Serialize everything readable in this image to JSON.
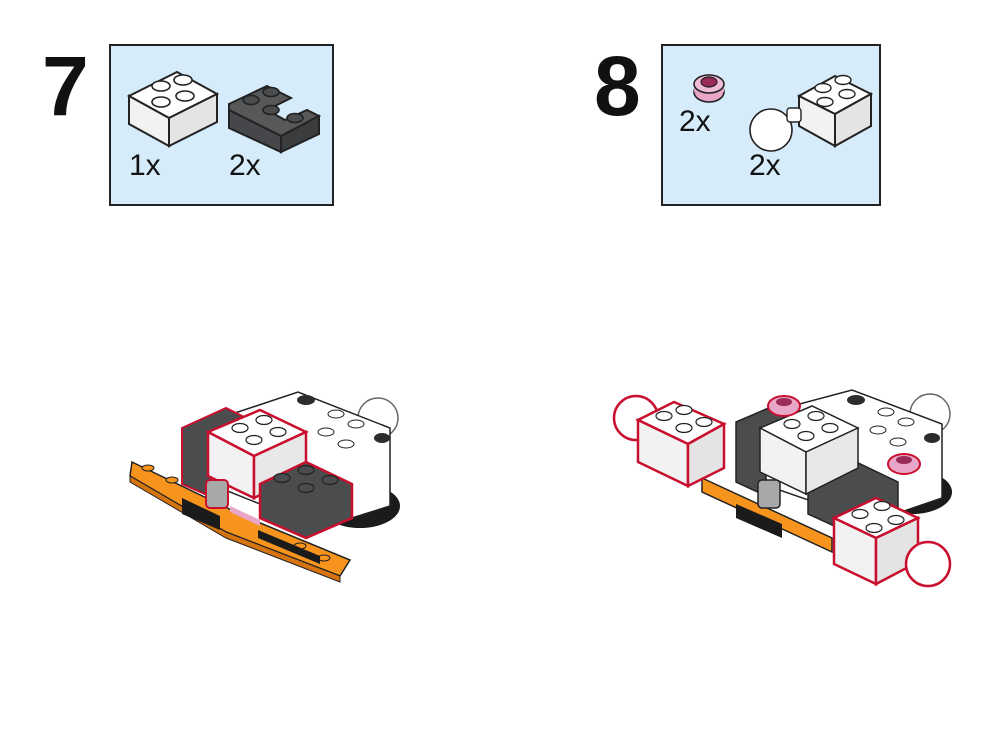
{
  "steps": [
    {
      "number": "7",
      "parts": [
        {
          "name": "white-2x2-brick",
          "quantity": "1x",
          "color": "#ffffff"
        },
        {
          "name": "dark-gray-2x2-corner-brick",
          "quantity": "2x",
          "color": "#4a4c4e"
        }
      ]
    },
    {
      "number": "8",
      "parts": [
        {
          "name": "pink-round-1x1-plate",
          "quantity": "2x",
          "color": "#e9a6c9"
        },
        {
          "name": "white-2x2-brick-with-ball",
          "quantity": "2x",
          "color": "#ffffff"
        }
      ]
    }
  ],
  "colors": {
    "panel_background": "#d6ecfb",
    "highlight_outline": "#c8102e",
    "orange_plate": "#f7941d",
    "dark_gray": "#4a4c4e",
    "black": "#1b1b1b",
    "white": "#ffffff",
    "pink": "#e9a6c9"
  }
}
